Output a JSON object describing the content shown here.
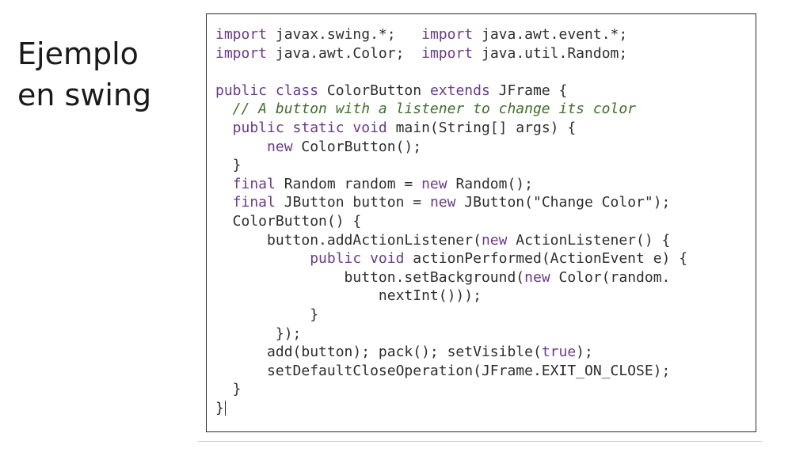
{
  "slide": {
    "title_line1": "Ejemplo",
    "title_line2": "en swing"
  },
  "code_lines": [
    [
      [
        "kw",
        "import"
      ],
      [
        "txt",
        " javax.swing.*;   "
      ],
      [
        "kw",
        "import"
      ],
      [
        "txt",
        " java.awt.event.*;"
      ]
    ],
    [
      [
        "kw",
        "import"
      ],
      [
        "txt",
        " java.awt.Color;  "
      ],
      [
        "kw",
        "import"
      ],
      [
        "txt",
        " java.util.Random;"
      ]
    ],
    [],
    [
      [
        "kw",
        "public class"
      ],
      [
        "txt",
        " ColorButton "
      ],
      [
        "kw",
        "extends"
      ],
      [
        "txt",
        " JFrame {"
      ]
    ],
    [
      [
        "com",
        "  // A button with a listener to change its color"
      ]
    ],
    [
      [
        "kw",
        "  public static void"
      ],
      [
        "txt",
        " main(String[] args) {"
      ]
    ],
    [
      [
        "kw",
        "      new"
      ],
      [
        "txt",
        " ColorButton();"
      ]
    ],
    [
      [
        "txt",
        "  }"
      ]
    ],
    [
      [
        "kw",
        "  final"
      ],
      [
        "txt",
        " Random random = "
      ],
      [
        "kw",
        "new"
      ],
      [
        "txt",
        " Random();"
      ]
    ],
    [
      [
        "kw",
        "  final"
      ],
      [
        "txt",
        " JButton button = "
      ],
      [
        "kw",
        "new"
      ],
      [
        "txt",
        " JButton(\"Change Color\");"
      ]
    ],
    [
      [
        "txt",
        "  ColorButton() {"
      ]
    ],
    [
      [
        "txt",
        "      button.addActionListener("
      ],
      [
        "kw",
        "new"
      ],
      [
        "txt",
        " ActionListener() {"
      ]
    ],
    [
      [
        "kw",
        "           public void"
      ],
      [
        "txt",
        " actionPerformed(ActionEvent e) {"
      ]
    ],
    [
      [
        "txt",
        "               button.setBackground("
      ],
      [
        "kw",
        "new"
      ],
      [
        "txt",
        " Color(random."
      ]
    ],
    [
      [
        "txt",
        "                   nextInt()));"
      ]
    ],
    [
      [
        "txt",
        "           }"
      ]
    ],
    [
      [
        "txt",
        "       });"
      ]
    ],
    [
      [
        "txt",
        "      add(button); pack(); setVisible("
      ],
      [
        "kw",
        "true"
      ],
      [
        "txt",
        ");"
      ]
    ],
    [
      [
        "txt",
        "      setDefaultCloseOperation(JFrame.EXIT_ON_CLOSE);"
      ]
    ],
    [
      [
        "txt",
        "  }"
      ]
    ],
    [
      [
        "txt",
        "}"
      ],
      [
        "cursor",
        ""
      ]
    ]
  ]
}
